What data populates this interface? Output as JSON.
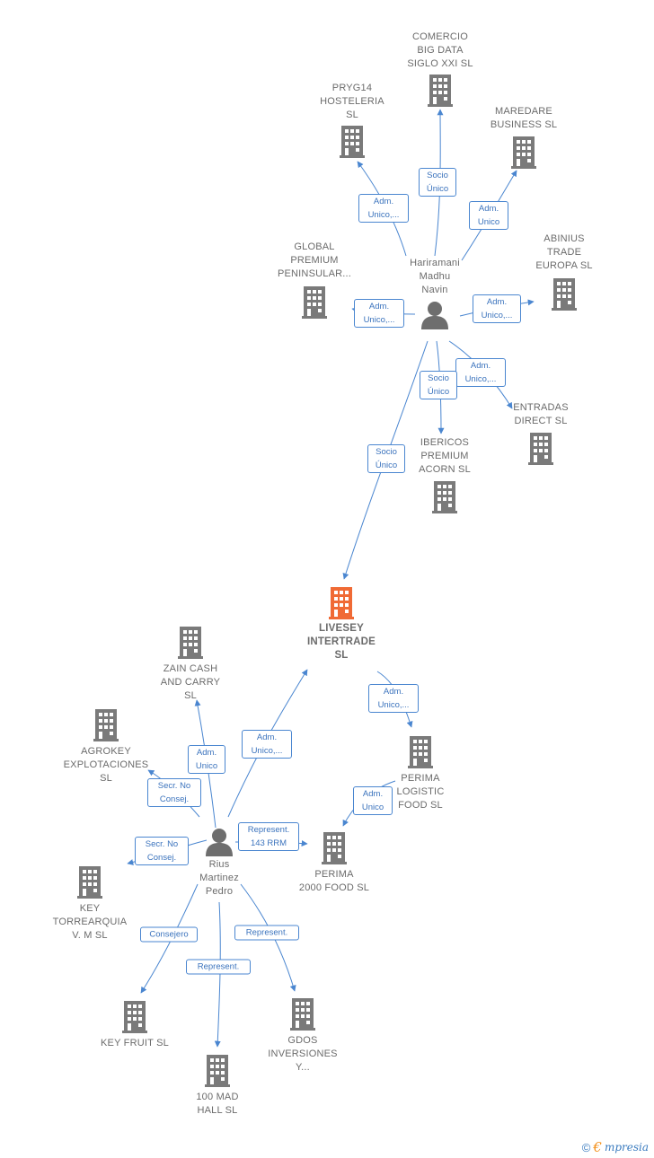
{
  "colors": {
    "building": "#7a7a7a",
    "building_main": "#f06a35",
    "person": "#6e6e6e",
    "edge": "#4a86d0",
    "label_text": "#3b73bd"
  },
  "main_company": {
    "label": "LIVESEY\nINTERTRADE\nSL"
  },
  "persons": {
    "hariramani": {
      "label": "Hariramani\nMadhu\nNavin"
    },
    "rius": {
      "label": "Rius\nMartinez\nPedro"
    }
  },
  "companies": {
    "comercio": {
      "label": "COMERCIO\nBIG DATA\nSIGLO XXI SL"
    },
    "pryg14": {
      "label": "PRYG14\nHOSTELERIA\nSL"
    },
    "maredare": {
      "label": "MAREDARE\nBUSINESS SL"
    },
    "global": {
      "label": "GLOBAL\nPREMIUM\nPENINSULAR..."
    },
    "abinius": {
      "label": "ABINIUS\nTRADE\nEUROPA SL"
    },
    "entradas": {
      "label": "ENTRADAS\nDIRECT SL"
    },
    "ibericos": {
      "label": "IBERICOS\nPREMIUM\nACORN SL"
    },
    "zain": {
      "label": "ZAIN CASH\nAND CARRY\nSL"
    },
    "agrokey": {
      "label": "AGROKEY\nEXPLOTACIONES\nSL"
    },
    "perima_logistic": {
      "label": "PERIMA\nLOGISTIC\nFOOD SL"
    },
    "perima_2000": {
      "label": "PERIMA\n2000 FOOD SL"
    },
    "key_torrearquia": {
      "label": "KEY\nTORREARQUIA\nV. M SL"
    },
    "key_fruit": {
      "label": "KEY FRUIT SL"
    },
    "gdos": {
      "label": "GDOS\nINVERSIONES\nY..."
    },
    "mad_hall": {
      "label": "100 MAD\nHALL SL"
    }
  },
  "relations": {
    "h_comercio": "Socio\nÚnico",
    "h_pryg14": "Adm.\nUnico,...",
    "h_maredare": "Adm.\nUnico",
    "h_global": "Adm.\nUnico,...",
    "h_abinius": "Adm.\nUnico,...",
    "h_entradas": "Adm.\nUnico,...",
    "h_ibericos": "Socio\nÚnico",
    "h_livesey": "Socio\nÚnico",
    "livesey_perima": "Adm.\nUnico,...",
    "perima_perima2000": "Adm.\nUnico",
    "r_zain": "Adm.\nUnico",
    "r_livesey": "Adm.\nUnico,...",
    "r_agrokey": "Secr. No\nConsej.",
    "r_perima2000": "Represent.\n143 RRM",
    "r_key_torrearquia": "Secr. No\nConsej.",
    "r_key_fruit": "Consejero",
    "r_mad_hall": "Represent.",
    "r_gdos": "Represent."
  },
  "footer": {
    "copyright": "©",
    "brand_e": "€",
    "brand_rest": "mpresia"
  }
}
